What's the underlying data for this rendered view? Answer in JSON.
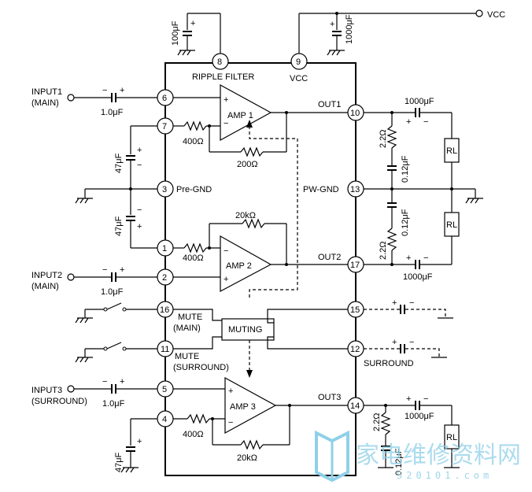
{
  "labels": {
    "vcc": "VCC",
    "vcc_pin": "VCC",
    "ripple_filter": "RIPPLE FILTER",
    "input1": "INPUT1",
    "input1_sub": "(MAIN)",
    "input2": "INPUT2",
    "input2_sub": "(MAIN)",
    "input3": "INPUT3",
    "input3_sub": "(SURROUND)",
    "pre_gnd": "Pre-GND",
    "pw_gnd": "PW-GND",
    "mute_main": "MUTE",
    "mute_main_sub": "(MAIN)",
    "mute_surround": "MUTE",
    "mute_surround_sub": "(SURROUND)",
    "muting": "MUTING",
    "surround": "SURROUND",
    "out1": "OUT1",
    "out2": "OUT2",
    "out3": "OUT3",
    "amp1": "AMP 1",
    "amp2": "AMP 2",
    "amp3": "AMP 3"
  },
  "pins": {
    "p1": "1",
    "p2": "2",
    "p3": "3",
    "p4": "4",
    "p5": "5",
    "p6": "6",
    "p7": "7",
    "p8": "8",
    "p9": "9",
    "p10": "10",
    "p11": "11",
    "p12": "12",
    "p13": "13",
    "p14": "14",
    "p15": "15",
    "p16": "16",
    "p17": "17"
  },
  "components": {
    "c_ripple": "100μF",
    "c_vcc": "1000μF",
    "c_in1": "1.0μF",
    "c_in2": "1.0μF",
    "c_in3": "1.0μF",
    "c_fb_top": "47μF",
    "c_fb_bot": "47μF",
    "c_fb_amp3": "47μF",
    "c_out1": "1000μF",
    "c_out2": "1000μF",
    "c_out3": "1000μF",
    "r_400_1": "400Ω",
    "r_400_2": "400Ω",
    "r_400_3": "400Ω",
    "r_200": "200Ω",
    "r_20k_2": "20kΩ",
    "r_20k_3": "20kΩ",
    "r_22_1": "2.2Ω",
    "r_22_2": "2.2Ω",
    "r_22_3": "2.2Ω",
    "c_012_1": "0.12μF",
    "c_012_2": "0.12μF",
    "c_012_3": "0.12μF",
    "rl1": "RL",
    "rl2": "RL",
    "rl3": "RL"
  },
  "watermark": {
    "text": "家电维修资料网",
    "url": "520101.com"
  },
  "icons": {
    "watermark_logo": "book-logo-icon"
  }
}
